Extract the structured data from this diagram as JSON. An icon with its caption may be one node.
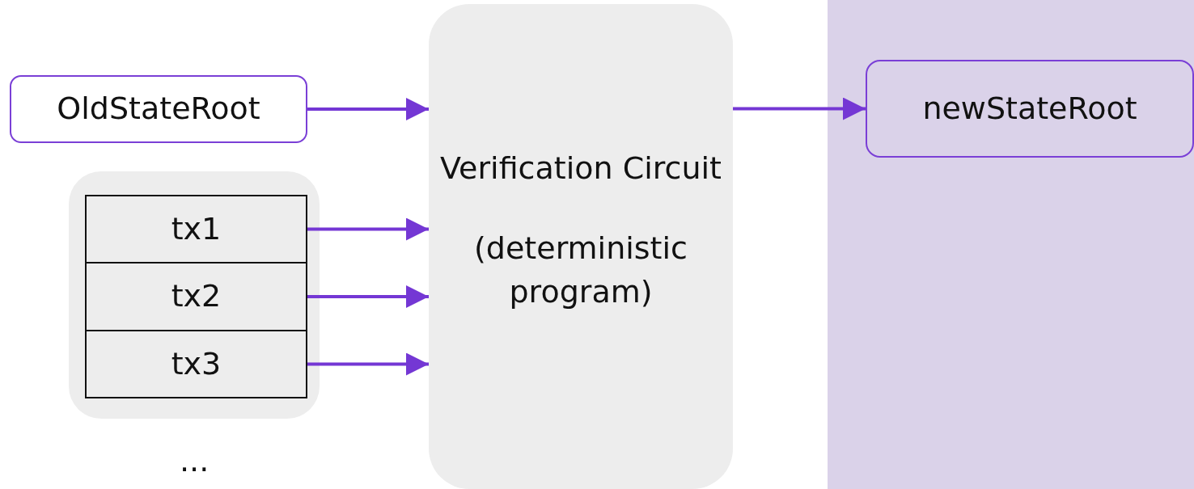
{
  "diagram": {
    "nodes": [
      {
        "text": [
          "OldStateRoot"
        ]
      },
      {
        "text": [],
        "shape": "box"
      },
      {
        "text": [
          "tx1"
        ],
        "in": 1
      },
      {
        "text": [
          "tx2"
        ],
        "in": 1
      },
      {
        "text": [
          "tx3"
        ],
        "in": 1
      },
      {
        "text": [
          "Verification Circuit",
          "(deterministic program)"
        ]
      },
      {
        "text": [],
        "shape": "box"
      },
      {
        "text": [
          "newStateRoot"
        ],
        "in": 6
      }
    ],
    "edges": [
      {
        "from": 0,
        "to": 5,
        "arrow": "to"
      },
      {
        "from": 2,
        "to": 5,
        "arrow": "to"
      },
      {
        "from": 3,
        "to": 5,
        "arrow": "to"
      },
      {
        "from": 4,
        "to": 5,
        "arrow": "to"
      },
      {
        "from": 5,
        "to": 7,
        "arrow": "to"
      }
    ],
    "labels": [
      "..."
    ]
  }
}
